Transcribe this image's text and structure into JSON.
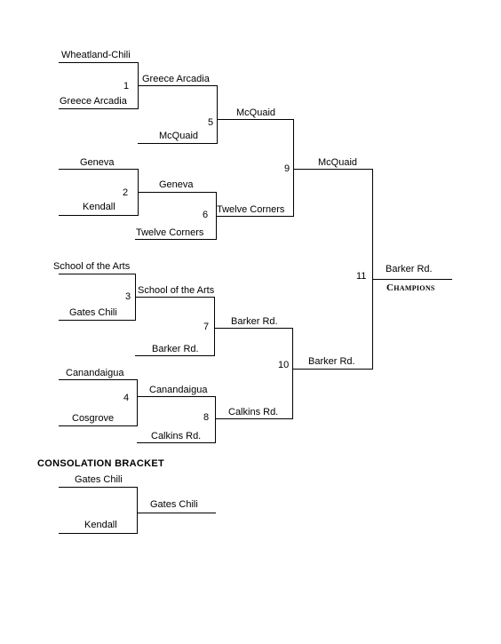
{
  "teams": {
    "wheatland_chili": "Wheatland-Chili",
    "greece_arcadia": "Greece Arcadia",
    "mcquaid": "McQuaid",
    "geneva": "Geneva",
    "kendall": "Kendall",
    "twelve_corners": "Twelve Corners",
    "school_of_the_arts": "School of the Arts",
    "gates_chili": "Gates Chili",
    "barker_rd": "Barker Rd.",
    "canandaigua": "Canandaigua",
    "cosgrove": "Cosgrove",
    "calkins_rd": "Calkins Rd."
  },
  "games": {
    "g1": "1",
    "g2": "2",
    "g3": "3",
    "g4": "4",
    "g5": "5",
    "g6": "6",
    "g7": "7",
    "g8": "8",
    "g9": "9",
    "g10": "10",
    "g11": "11"
  },
  "champions_label": "Champions",
  "consolation_heading": "CONSOLATION BRACKET",
  "consolation": {
    "top": "Gates Chili",
    "bottom": "Kendall",
    "winner": "Gates Chili"
  }
}
